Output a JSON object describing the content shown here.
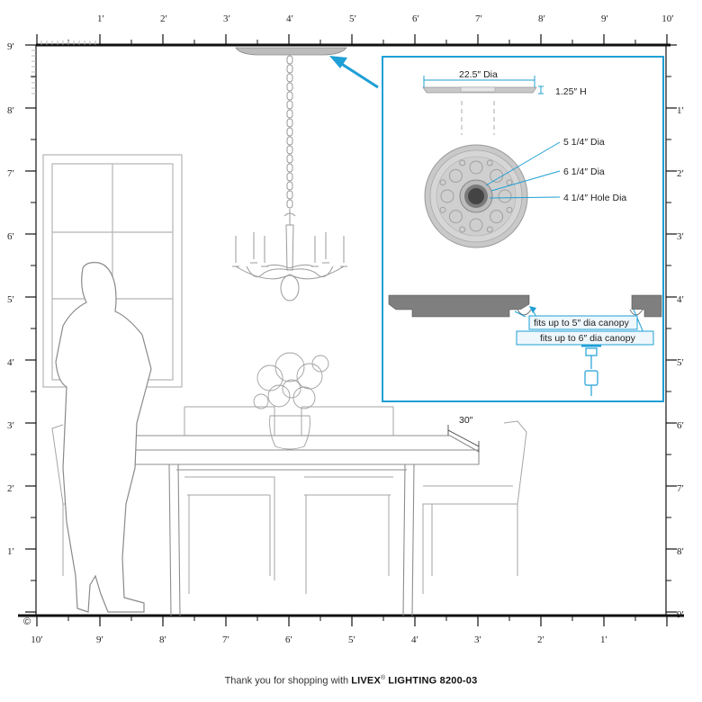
{
  "scale": {
    "top_labels": [
      "1′",
      "2′",
      "3′",
      "4′",
      "5′",
      "6′",
      "7′",
      "8′",
      "9′",
      "10′"
    ],
    "bottom_labels": [
      "10′",
      "9′",
      "8′",
      "7′",
      "6′",
      "5′",
      "4′",
      "3′",
      "2′",
      "1′"
    ],
    "left_labels": [
      "9′",
      "8′",
      "7′",
      "6′",
      "5′",
      "4′",
      "3′",
      "2′",
      "1′"
    ],
    "right_labels": [
      "1′",
      "2′",
      "3′",
      "4′",
      "5′",
      "6′",
      "7′",
      "8′",
      "9′"
    ]
  },
  "room": {
    "table_depth": "30″"
  },
  "inset": {
    "diameter": "22.5″ Dia",
    "height": "1.25″ H",
    "ring_1": "5 1/4″ Dia",
    "ring_2": "6  1/4″ Dia",
    "hole": "4  1/4″  Hole Dia",
    "canopy_small": "fits up to  5″ dia canopy",
    "canopy_large": "fits up to  6″ dia canopy"
  },
  "footer": {
    "prefix": "Thank you for shopping with ",
    "brand": "LIVEX",
    "registered": "®",
    "product": "LIGHTING 8200-03"
  },
  "copyright": "©",
  "colors": {
    "accent": "#1e9fd6",
    "line": "#111111",
    "sketch": "#9a9a9a",
    "medallion": "#bdbdbd"
  }
}
